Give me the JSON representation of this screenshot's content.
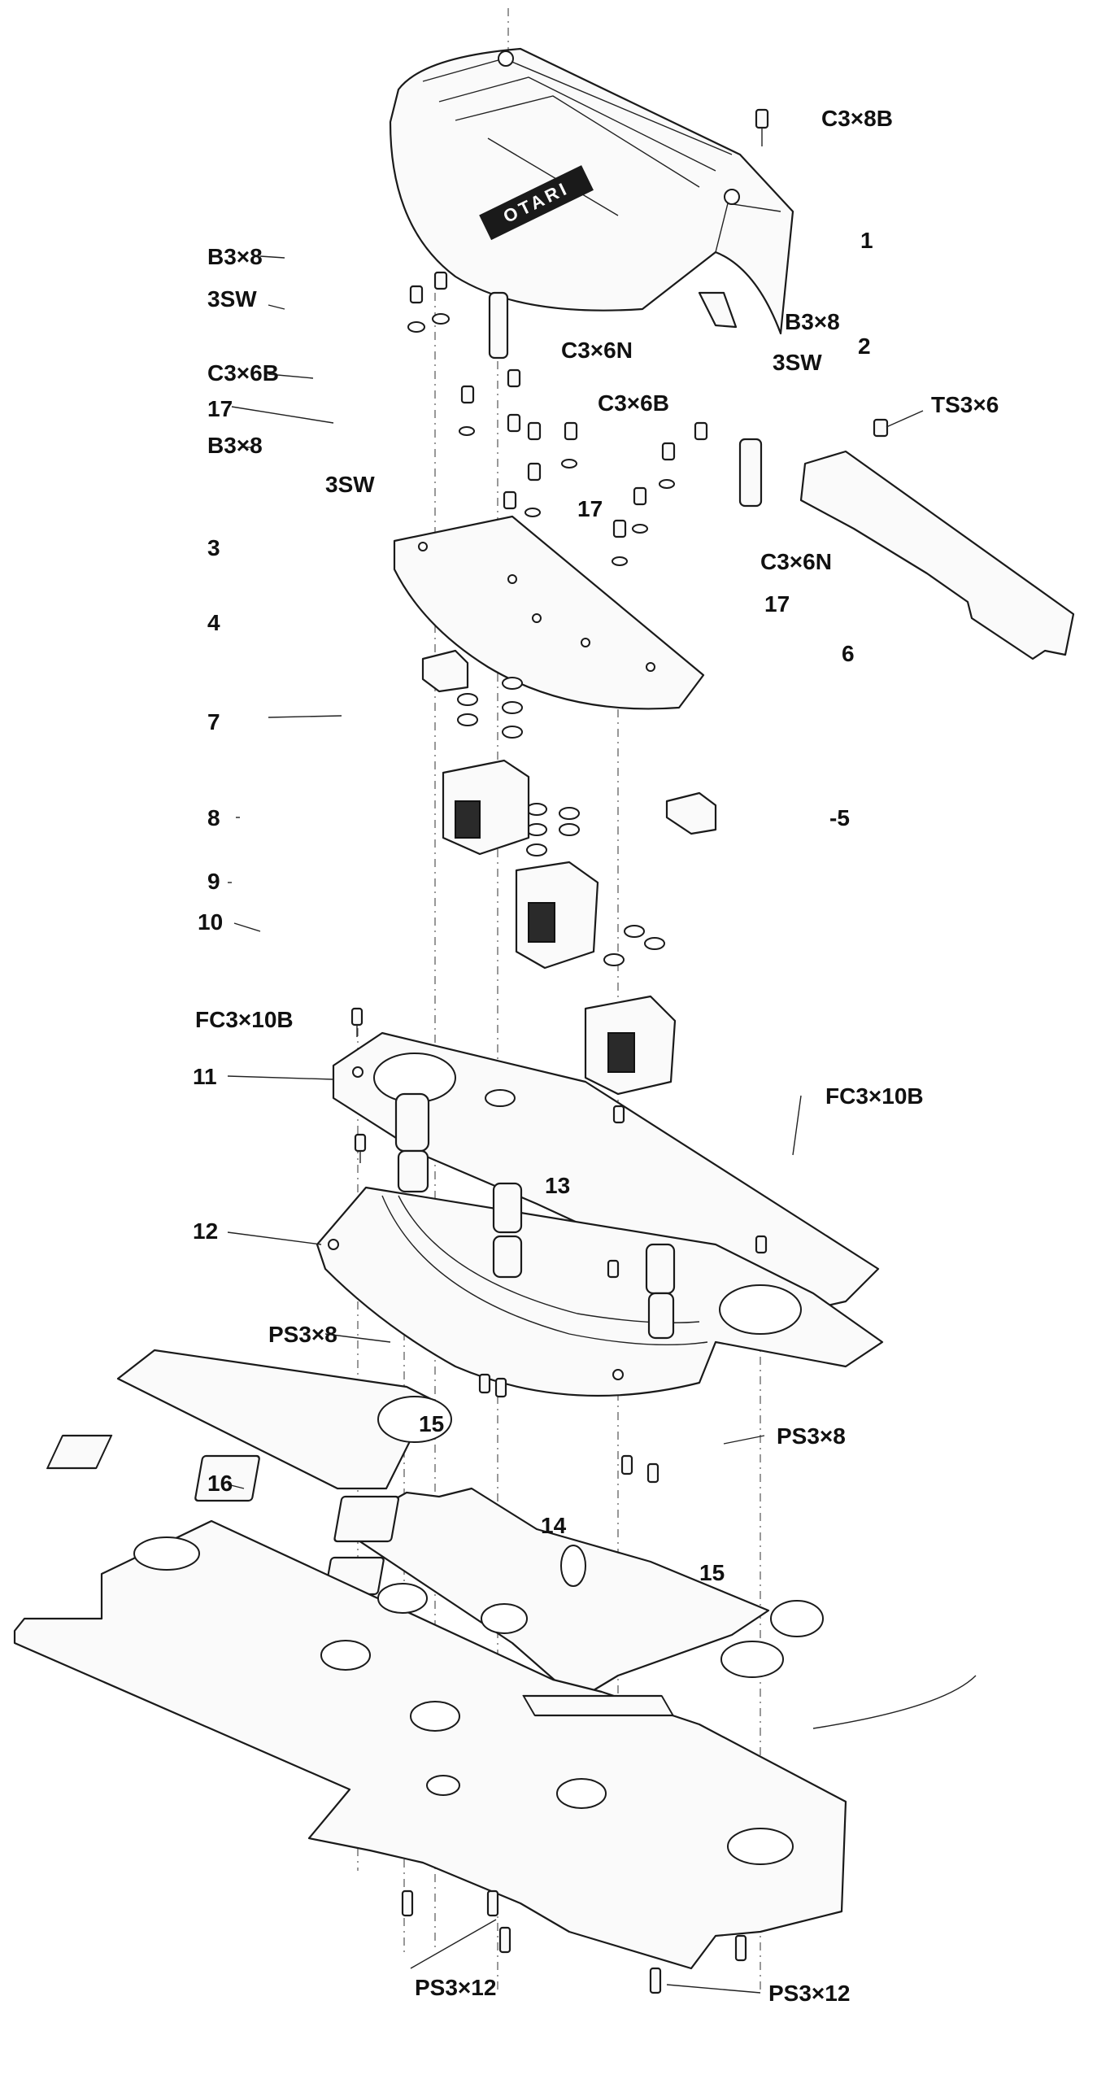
{
  "diagram": {
    "brand_plate_text": "OTARI",
    "labels": {
      "c3x8b": "C3×8B",
      "b3x8_top": "B3×8",
      "sw3_top": "3SW",
      "c3x6b_left": "C3×6B",
      "c3x6n_top": "C3×6N",
      "n17_left": "17",
      "b3x8_left2": "B3×8",
      "sw3_left2": "3SW",
      "c3x6b_mid": "C3×6B",
      "b3x8_right": "B3×8",
      "sw3_right": "3SW",
      "ts3x6": "TS3×6",
      "n17_mid": "17",
      "c3x6n_right": "C3×6N",
      "n17_right": "17",
      "fc3x10b_left": "FC3×10B",
      "fc3x10b_right": "FC3×10B",
      "ps3x8_left": "PS3×8",
      "ps3x8_right": "PS3×8",
      "ps3x12_left": "PS3×12",
      "ps3x12_right": "PS3×12",
      "n1": "1",
      "n2": "2",
      "n3": "3",
      "n4": "4",
      "n5": "-5",
      "n6": "6",
      "n7": "7",
      "n8": "8",
      "n9": "9",
      "n10": "10",
      "n11": "11",
      "n12": "12",
      "n13": "13",
      "n14": "14",
      "n15_left": "15",
      "n15_right": "15",
      "n16": "16"
    }
  }
}
